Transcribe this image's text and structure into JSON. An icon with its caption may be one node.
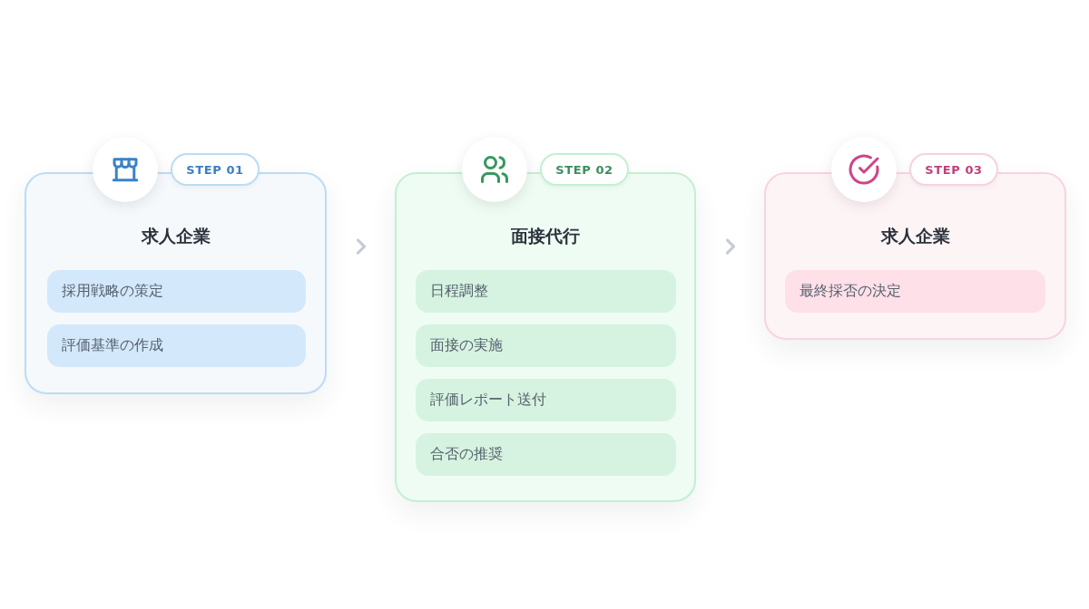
{
  "diagram": {
    "nodes": [
      {
        "text": [
          "求人企業"
        ]
      },
      {
        "text": [
          "STEP 01"
        ]
      },
      {
        "text": [
          "採用戦略の策定"
        ],
        "in": 0
      },
      {
        "text": [
          "評価基準の作成"
        ],
        "in": 0
      },
      {
        "text": [
          "面接代行"
        ]
      },
      {
        "text": [
          "STEP 02"
        ]
      },
      {
        "text": [
          "日程調整"
        ],
        "in": 4
      },
      {
        "text": [
          "面接の実施"
        ],
        "in": 4
      },
      {
        "text": [
          "評価レポート送付"
        ],
        "in": 4
      },
      {
        "text": [
          "合否の推奨"
        ],
        "in": 4
      },
      {
        "text": [
          "求人企業"
        ]
      },
      {
        "text": [
          "STEP 03"
        ]
      },
      {
        "text": [
          "最終採否の決定"
        ],
        "in": 10
      }
    ],
    "edges": [
      {
        "from": 0,
        "to": 4,
        "arrow": "to"
      },
      {
        "from": 4,
        "to": 10,
        "arrow": "to"
      }
    ]
  }
}
